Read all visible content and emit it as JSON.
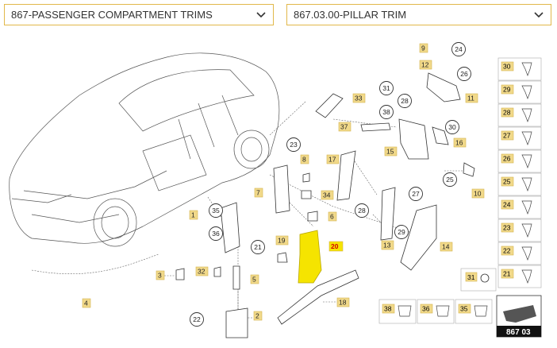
{
  "dropdowns": {
    "section": "867-PASSENGER COMPARTMENT TRIMS",
    "subsection": "867.03.00-PILLAR TRIM"
  },
  "tags": [
    {
      "id": "t9",
      "label": "9"
    },
    {
      "id": "t12",
      "label": "12"
    },
    {
      "id": "t11",
      "label": "11"
    },
    {
      "id": "t33",
      "label": "33"
    },
    {
      "id": "t37",
      "label": "37"
    },
    {
      "id": "t15",
      "label": "15"
    },
    {
      "id": "t16",
      "label": "16"
    },
    {
      "id": "t17",
      "label": "17"
    },
    {
      "id": "t8",
      "label": "8"
    },
    {
      "id": "t7",
      "label": "7"
    },
    {
      "id": "t34",
      "label": "34"
    },
    {
      "id": "t10",
      "label": "10"
    },
    {
      "id": "t1",
      "label": "1"
    },
    {
      "id": "t6",
      "label": "6"
    },
    {
      "id": "t19",
      "label": "19"
    },
    {
      "id": "t20",
      "label": "20"
    },
    {
      "id": "t13",
      "label": "13"
    },
    {
      "id": "t14",
      "label": "14"
    },
    {
      "id": "t3",
      "label": "3"
    },
    {
      "id": "t32",
      "label": "32"
    },
    {
      "id": "t5",
      "label": "5"
    },
    {
      "id": "t4",
      "label": "4"
    },
    {
      "id": "t18",
      "label": "18"
    },
    {
      "id": "t2",
      "label": "2"
    }
  ],
  "circles": [
    {
      "id": "c24",
      "label": "24"
    },
    {
      "id": "c26",
      "label": "26"
    },
    {
      "id": "c31",
      "label": "31"
    },
    {
      "id": "c28",
      "label": "28"
    },
    {
      "id": "c38",
      "label": "38"
    },
    {
      "id": "c30",
      "label": "30"
    },
    {
      "id": "c23",
      "label": "23"
    },
    {
      "id": "c25",
      "label": "25"
    },
    {
      "id": "c27",
      "label": "27"
    },
    {
      "id": "c35",
      "label": "35"
    },
    {
      "id": "c36",
      "label": "36"
    },
    {
      "id": "c28b",
      "label": "28"
    },
    {
      "id": "c21",
      "label": "21"
    },
    {
      "id": "c29",
      "label": "29"
    },
    {
      "id": "c22",
      "label": "22"
    }
  ],
  "legend_column": [
    "30",
    "29",
    "28",
    "27",
    "26",
    "25",
    "24",
    "23",
    "22",
    "21"
  ],
  "legend_row": [
    "38",
    "36",
    "35"
  ],
  "legend_31": "31",
  "page_code": "867 03",
  "colors": {
    "tag": "#f1d98a",
    "highlight": "#f5e400",
    "accent": "#e1b84a",
    "text": "#333333"
  }
}
